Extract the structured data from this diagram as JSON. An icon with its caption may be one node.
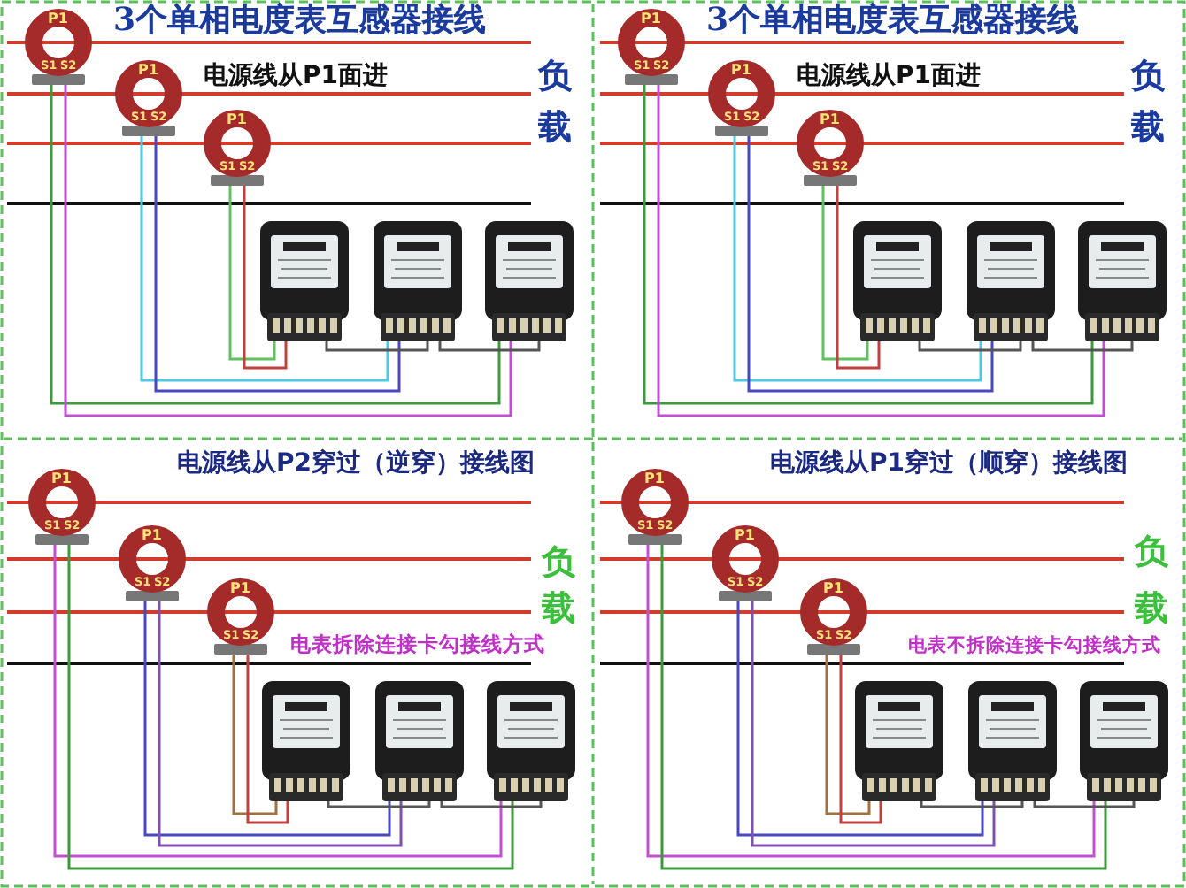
{
  "diagram": {
    "nodes": [
      {
        "text": [
          "P1",
          "S1",
          "S2"
        ]
      },
      {
        "text": [
          "P1",
          "S1",
          "S2"
        ]
      },
      {
        "text": [
          "P1",
          "S1",
          "S2"
        ]
      },
      {
        "text": [],
        "shape": "picture"
      },
      {
        "text": [],
        "shape": "picture"
      },
      {
        "text": [],
        "shape": "picture"
      },
      {
        "text": [
          "P1",
          "S1",
          "S2"
        ]
      },
      {
        "text": [
          "P1",
          "S1",
          "S2"
        ]
      },
      {
        "text": [
          "P1",
          "S1",
          "S2"
        ]
      },
      {
        "text": [],
        "shape": "picture"
      },
      {
        "text": [],
        "shape": "picture"
      },
      {
        "text": [],
        "shape": "picture"
      },
      {
        "text": [
          "P1",
          "S1",
          "S2"
        ]
      },
      {
        "text": [
          "P1",
          "S1",
          "S2"
        ]
      },
      {
        "text": [
          "P1",
          "S1",
          "S2"
        ]
      },
      {
        "text": [],
        "shape": "picture"
      },
      {
        "text": [],
        "shape": "picture"
      },
      {
        "text": [],
        "shape": "picture"
      },
      {
        "text": [
          "P1",
          "S1",
          "S2"
        ]
      },
      {
        "text": [
          "P1",
          "S1",
          "S2"
        ]
      },
      {
        "text": [
          "P1",
          "S1",
          "S2"
        ]
      },
      {
        "text": [],
        "shape": "picture"
      },
      {
        "text": [],
        "shape": "picture"
      },
      {
        "text": [],
        "shape": "picture"
      }
    ],
    "edges": [
      {
        "from": 0,
        "to": 5,
        "arrow": "none",
        "color": "#3c9a3c"
      },
      {
        "from": 0,
        "to": 5,
        "arrow": "none",
        "color": "#c050d0"
      },
      {
        "from": 1,
        "to": 4,
        "arrow": "none",
        "color": "#50c8e0"
      },
      {
        "from": 1,
        "to": 4,
        "arrow": "none",
        "color": "#4848c0"
      },
      {
        "from": 2,
        "to": 3,
        "arrow": "none",
        "color": "#60c060"
      },
      {
        "from": 2,
        "to": 3,
        "arrow": "none",
        "color": "#c04040"
      },
      {
        "from": 3,
        "to": 4,
        "arrow": "none",
        "color": "#555555"
      },
      {
        "from": 4,
        "to": 5,
        "arrow": "none",
        "color": "#555555"
      },
      {
        "from": 6,
        "to": 11,
        "arrow": "none",
        "color": "#3c9a3c"
      },
      {
        "from": 6,
        "to": 11,
        "arrow": "none",
        "color": "#c050d0"
      },
      {
        "from": 7,
        "to": 10,
        "arrow": "none",
        "color": "#50c8e0"
      },
      {
        "from": 7,
        "to": 10,
        "arrow": "none",
        "color": "#4848c0"
      },
      {
        "from": 8,
        "to": 9,
        "arrow": "none",
        "color": "#60c060"
      },
      {
        "from": 8,
        "to": 9,
        "arrow": "none",
        "color": "#c04040"
      },
      {
        "from": 9,
        "to": 10,
        "arrow": "none",
        "color": "#555555"
      },
      {
        "from": 10,
        "to": 11,
        "arrow": "none",
        "color": "#555555"
      },
      {
        "from": 12,
        "to": 17,
        "arrow": "none",
        "color": "#c050d0"
      },
      {
        "from": 12,
        "to": 17,
        "arrow": "none",
        "color": "#3c9a3c"
      },
      {
        "from": 13,
        "to": 16,
        "arrow": "none",
        "color": "#4848c0"
      },
      {
        "from": 13,
        "to": 16,
        "arrow": "none",
        "color": "#8050b0"
      },
      {
        "from": 14,
        "to": 15,
        "arrow": "none",
        "color": "#a07040"
      },
      {
        "from": 14,
        "to": 15,
        "arrow": "none",
        "color": "#c04040"
      },
      {
        "from": 15,
        "to": 16,
        "arrow": "none",
        "color": "#555555"
      },
      {
        "from": 16,
        "to": 17,
        "arrow": "none",
        "color": "#555555"
      },
      {
        "from": 18,
        "to": 23,
        "arrow": "none",
        "color": "#c050d0"
      },
      {
        "from": 18,
        "to": 23,
        "arrow": "none",
        "color": "#3c9a3c"
      },
      {
        "from": 19,
        "to": 22,
        "arrow": "none",
        "color": "#4848c0"
      },
      {
        "from": 19,
        "to": 22,
        "arrow": "none",
        "color": "#8050b0"
      },
      {
        "from": 20,
        "to": 21,
        "arrow": "none",
        "color": "#a07040"
      },
      {
        "from": 20,
        "to": 21,
        "arrow": "none",
        "color": "#c04040"
      },
      {
        "from": 21,
        "to": 22,
        "arrow": "none",
        "color": "#555555"
      },
      {
        "from": 22,
        "to": 23,
        "arrow": "none",
        "color": "#555555"
      }
    ],
    "labels": [
      "3个单相电度表互感器接线",
      "电源线从P1面进",
      "负",
      "载",
      "3个单相电度表互感器接线",
      "电源线从P1面进",
      "负",
      "载",
      "电源线从P2穿过（逆穿）接线图",
      "负",
      "载",
      "电表拆除连接卡勾接线方式",
      "电源线从P1穿过（顺穿）接线图",
      "负",
      "载",
      "电表不拆除连接卡勾接线方式"
    ]
  }
}
